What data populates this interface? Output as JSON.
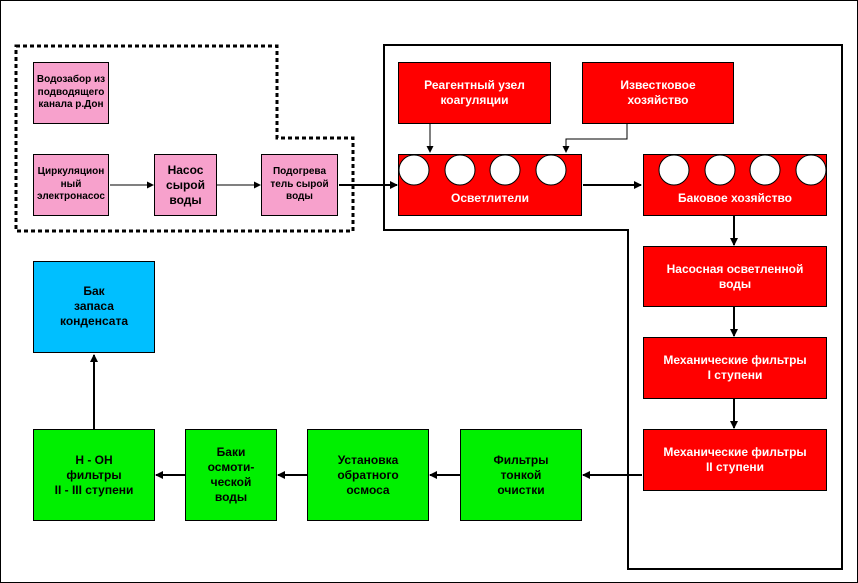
{
  "blocks": {
    "intake": "Водозабор из\nподводящего\nканала р.Дон",
    "circ_pump": "Циркуляцион\nный\nэлектронасос",
    "raw_pump": "Насос\nсырой\nводы",
    "heater": "Подогрева\nтель сырой\nводы",
    "reagent": "Реагентный узел\nкоагуляции",
    "lime": "Известковое\nхозяйство",
    "clarifiers": "Осветлители",
    "tank_farm": "Баковое хозяйство",
    "clarified_pump": "Насосная осветленной\nводы",
    "mech1": "Механические фильтры\nI ступени",
    "mech2": "Механические фильтры\nII ступени",
    "fine": "Фильтры\nтонкой\nочистки",
    "ro": "Установка\nобратного\nосмоса",
    "osmo_tanks": "Баки\nосмоти-\nческой\nводы",
    "hoh": "H - OH\nфильтры\nII - III ступени",
    "condensate": "Бак\nзапаса\nконденсата"
  },
  "colors": {
    "pink": "#f7a1cc",
    "red": "#ff0000",
    "green": "#00f000",
    "blue": "#00bfff"
  }
}
